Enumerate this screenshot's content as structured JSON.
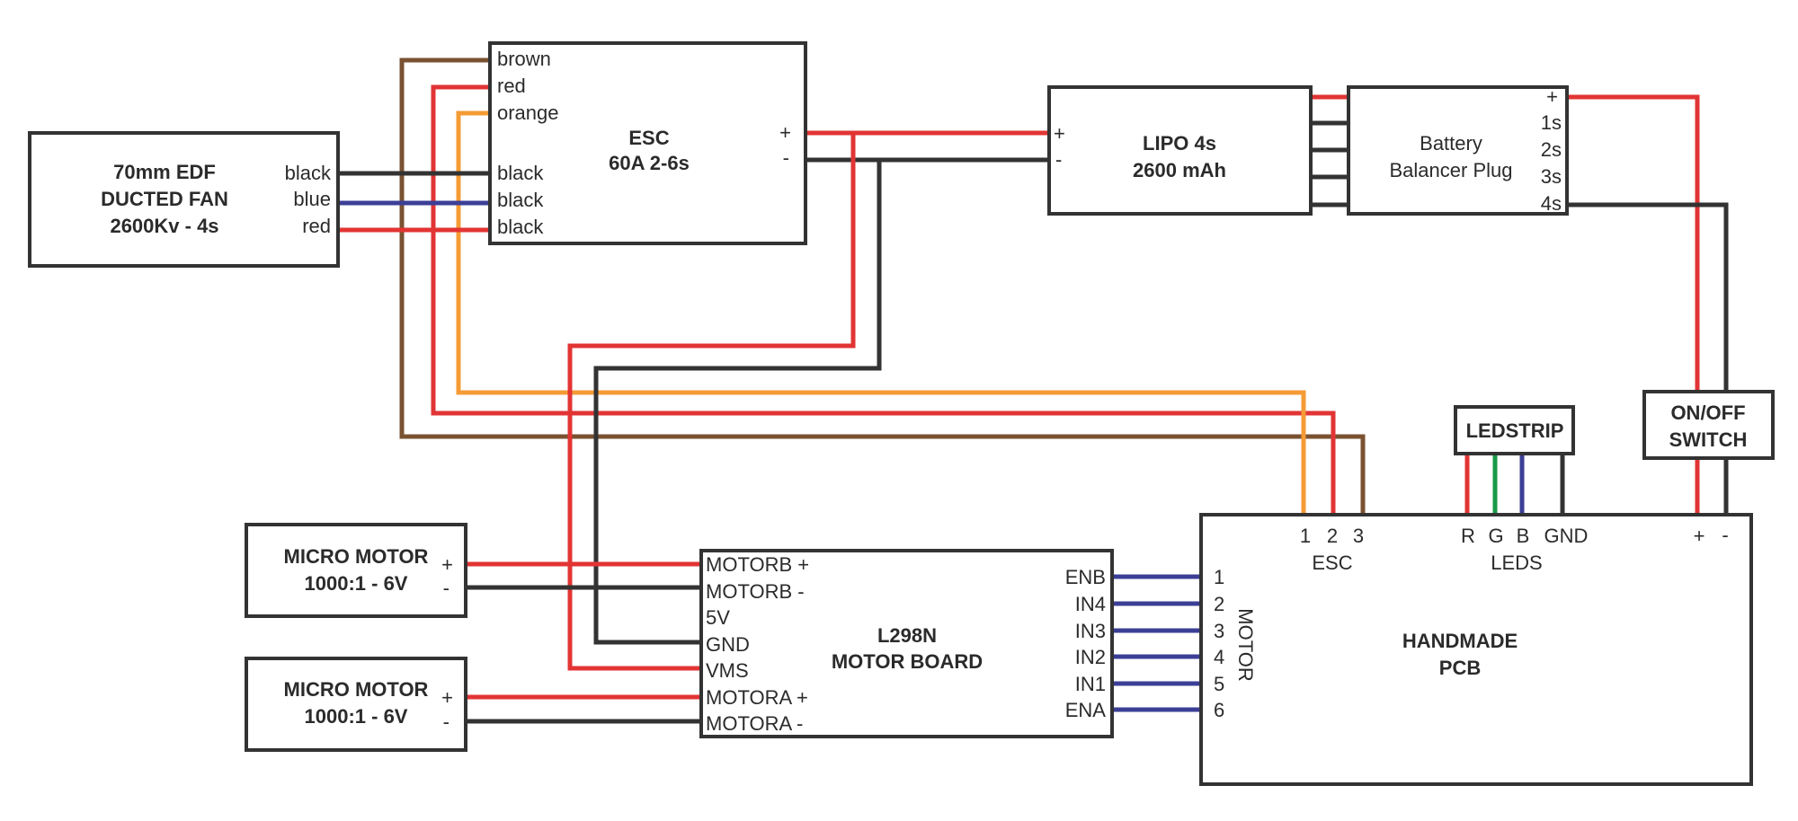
{
  "colors": {
    "red": "#e23434",
    "black": "#333333",
    "blue": "#3b3f96",
    "orange": "#f49b36",
    "brown": "#7a5232",
    "green": "#1a9a4a"
  },
  "edf": {
    "title_lines": [
      "70mm EDF",
      "DUCTED FAN",
      "2600Kv - 4s"
    ],
    "pins": [
      "black",
      "blue",
      "red"
    ]
  },
  "esc": {
    "title_lines": [
      "ESC",
      "60A 2-6s"
    ],
    "pins_left": [
      "brown",
      "red",
      "orange",
      "black",
      "black",
      "black"
    ],
    "pins_right": [
      "+",
      "-"
    ]
  },
  "lipo": {
    "title_lines": [
      "LIPO 4s",
      "2600 mAh"
    ],
    "pins_left": [
      "+",
      "-"
    ]
  },
  "balancer": {
    "title_lines": [
      "Battery",
      "Balancer Plug"
    ],
    "pins_right": [
      "+",
      "1s",
      "2s",
      "3s",
      "4s"
    ]
  },
  "switch": {
    "title_lines": [
      "ON/OFF",
      "SWITCH"
    ]
  },
  "ledstrip": {
    "title": "LEDSTRIP"
  },
  "micro_motor_1": {
    "title_lines": [
      "MICRO MOTOR",
      "1000:1 - 6V"
    ],
    "pins": [
      "+",
      "-"
    ]
  },
  "micro_motor_2": {
    "title_lines": [
      "MICRO MOTOR",
      "1000:1 - 6V"
    ],
    "pins": [
      "+",
      "-"
    ]
  },
  "l298n": {
    "title_lines": [
      "L298N",
      "MOTOR BOARD"
    ],
    "pins_left": [
      "MOTORB +",
      "MOTORB -",
      "5V",
      "GND",
      "VMS",
      "MOTORA +",
      "MOTORA -"
    ],
    "pins_right": [
      "ENB",
      "IN4",
      "IN3",
      "IN2",
      "IN1",
      "ENA"
    ]
  },
  "pcb": {
    "title_lines": [
      "HANDMADE",
      "PCB"
    ],
    "esc_pins": [
      "1",
      "2",
      "3"
    ],
    "esc_label": "ESC",
    "led_pins": [
      "R",
      "G",
      "B",
      "GND"
    ],
    "led_label": "LEDS",
    "power_pins": [
      "+",
      "-"
    ],
    "motor_pins": [
      "1",
      "2",
      "3",
      "4",
      "5",
      "6"
    ],
    "motor_label": "MOTOR"
  }
}
